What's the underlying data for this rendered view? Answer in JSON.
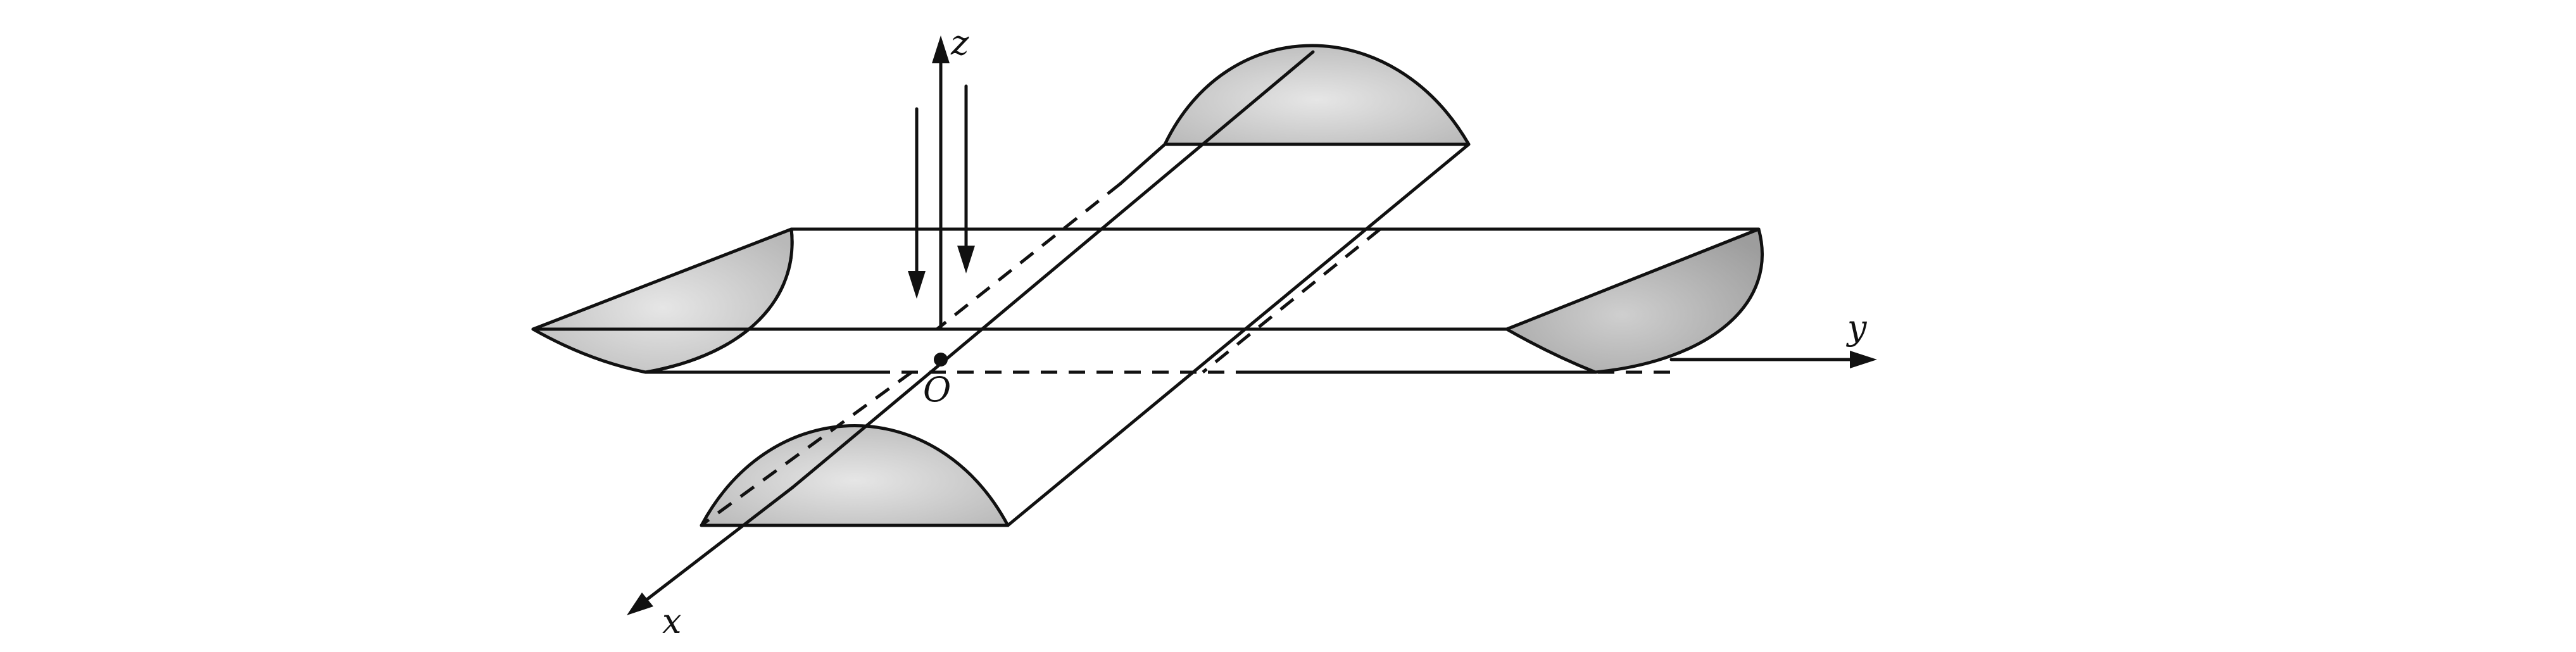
{
  "labels": {
    "z_axis": "z",
    "y_axis": "y",
    "x_axis": "x",
    "origin": "O"
  },
  "colors": {
    "ink": "#111111",
    "shade_light": "#e6e6e6",
    "shade_dark": "#b9b9b9",
    "background": "#ffffff"
  },
  "icons": {
    "axis_arrowhead": "filled-triangle",
    "origin_marker": "filled-dot"
  }
}
